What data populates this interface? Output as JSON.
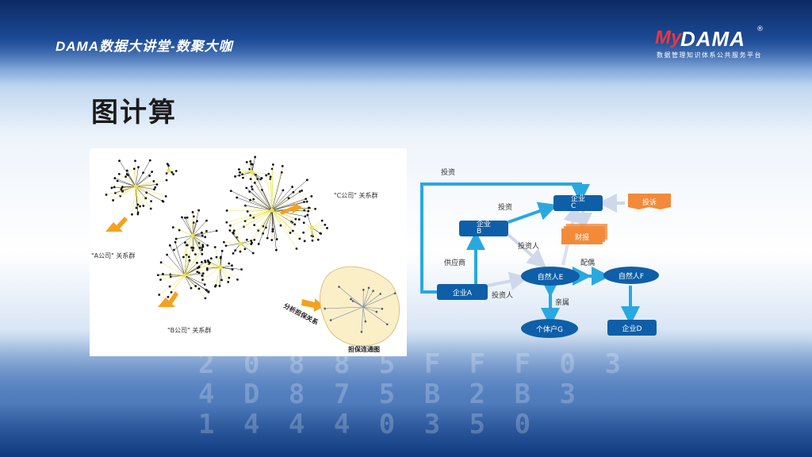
{
  "header": {
    "brand_title": "DAMA数据大讲堂-数聚大咖",
    "logo_my": "My",
    "logo_dama": "DAMA",
    "logo_reg": "®",
    "logo_subtitle": "数据管理知识体系公共服务平台"
  },
  "page_title": "图计算",
  "background_digits": "2 0 8 8 5 F F F 0 3\n4 D 8 7 5 B 2 B 3\n1 4 4 4 0 3 5 0",
  "left_figure": {
    "label_a": "\"A公司\" 关系群",
    "label_b": "\"B公司\" 关系群",
    "label_c": "\"C公司\" 关系群",
    "label_analyze": "分析担保关系",
    "label_guarantee": "担保连通图"
  },
  "right_diagram": {
    "nodes": {
      "company_a": "企业A",
      "company_b": "企业\nB",
      "company_c": "企业\nC",
      "company_d": "企业D",
      "person_e": "自然人E",
      "person_f": "自然人F",
      "individual_g": "个体户G",
      "complaint": "投诉",
      "financial_report": "财报"
    },
    "edges": {
      "invest_top": "投资",
      "invest_bc": "投资",
      "investor_1": "投资人",
      "investor_2": "投资人",
      "supplier": "供应商",
      "spouse": "配偶",
      "relative": "亲属"
    },
    "colors": {
      "node_fill": "#0e5fa8",
      "edge": "#29a8e0",
      "report": "#f28a3a"
    }
  }
}
